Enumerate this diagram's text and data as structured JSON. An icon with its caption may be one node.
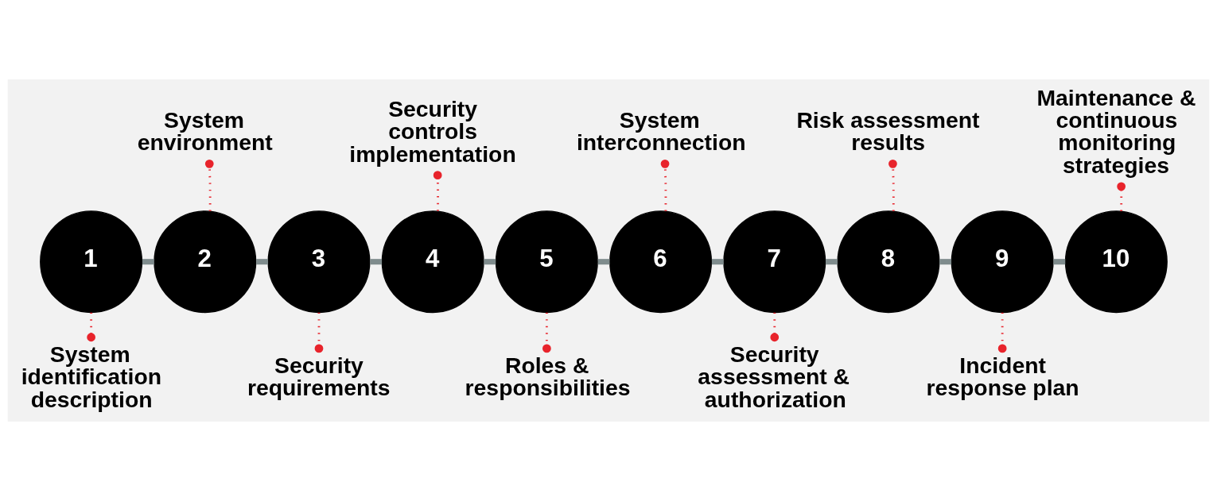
{
  "diagram": {
    "nodes": [
      {
        "text": [
          "1"
        ]
      },
      {
        "text": [
          "2"
        ]
      },
      {
        "text": [
          "3"
        ]
      },
      {
        "text": [
          "4"
        ]
      },
      {
        "text": [
          "5"
        ]
      },
      {
        "text": [
          "6"
        ]
      },
      {
        "text": [
          "7"
        ]
      },
      {
        "text": [
          "8"
        ]
      },
      {
        "text": [
          "9"
        ]
      },
      {
        "text": [
          "10"
        ]
      },
      {
        "text": [
          "System identification description"
        ]
      },
      {
        "text": [
          "System environment"
        ]
      },
      {
        "text": [
          "Security requirements"
        ]
      },
      {
        "text": [
          "Security controls implementation"
        ]
      },
      {
        "text": [
          "Roles & responsibilities"
        ]
      },
      {
        "text": [
          "System interconnection"
        ]
      },
      {
        "text": [
          "Security assessment & authorization"
        ]
      },
      {
        "text": [
          "Risk assessment results"
        ]
      },
      {
        "text": [
          "Incident response plan"
        ]
      },
      {
        "text": [
          "Maintenance & continuous monitoring strategies"
        ]
      }
    ],
    "edges": [
      {
        "from": 0,
        "to": 1,
        "arrow": "none",
        "color": "#7f8c8d",
        "style": "thick"
      },
      {
        "from": 1,
        "to": 2,
        "arrow": "none",
        "color": "#7f8c8d",
        "style": "thick"
      },
      {
        "from": 2,
        "to": 3,
        "arrow": "none",
        "color": "#7f8c8d",
        "style": "thick"
      },
      {
        "from": 3,
        "to": 4,
        "arrow": "none",
        "color": "#7f8c8d",
        "style": "thick"
      },
      {
        "from": 4,
        "to": 5,
        "arrow": "none",
        "color": "#7f8c8d",
        "style": "thick"
      },
      {
        "from": 5,
        "to": 6,
        "arrow": "none",
        "color": "#7f8c8d",
        "style": "thick"
      },
      {
        "from": 6,
        "to": 7,
        "arrow": "none",
        "color": "#7f8c8d",
        "style": "thick"
      },
      {
        "from": 7,
        "to": 8,
        "arrow": "none",
        "color": "#7f8c8d",
        "style": "thick"
      },
      {
        "from": 8,
        "to": 9,
        "arrow": "none",
        "color": "#7f8c8d",
        "style": "thick"
      },
      {
        "from": 0,
        "to": 10,
        "arrow": "other",
        "style": "dashed",
        "color": "#e8242c"
      },
      {
        "from": 1,
        "to": 11,
        "arrow": "other",
        "style": "dashed",
        "color": "#e8242c"
      },
      {
        "from": 2,
        "to": 12,
        "arrow": "other",
        "style": "dashed",
        "color": "#e8242c"
      },
      {
        "from": 3,
        "to": 13,
        "arrow": "other",
        "style": "dashed",
        "color": "#e8242c"
      },
      {
        "from": 4,
        "to": 14,
        "arrow": "other",
        "style": "dashed",
        "color": "#e8242c"
      },
      {
        "from": 5,
        "to": 15,
        "arrow": "other",
        "style": "dashed",
        "color": "#e8242c"
      },
      {
        "from": 6,
        "to": 16,
        "arrow": "other",
        "style": "dashed",
        "color": "#e8242c"
      },
      {
        "from": 7,
        "to": 17,
        "arrow": "other",
        "style": "dashed",
        "color": "#e8242c"
      },
      {
        "from": 8,
        "to": 18,
        "arrow": "other",
        "style": "dashed",
        "color": "#e8242c"
      },
      {
        "from": 9,
        "to": 19,
        "arrow": "other",
        "style": "dashed",
        "color": "#e8242c"
      }
    ]
  }
}
